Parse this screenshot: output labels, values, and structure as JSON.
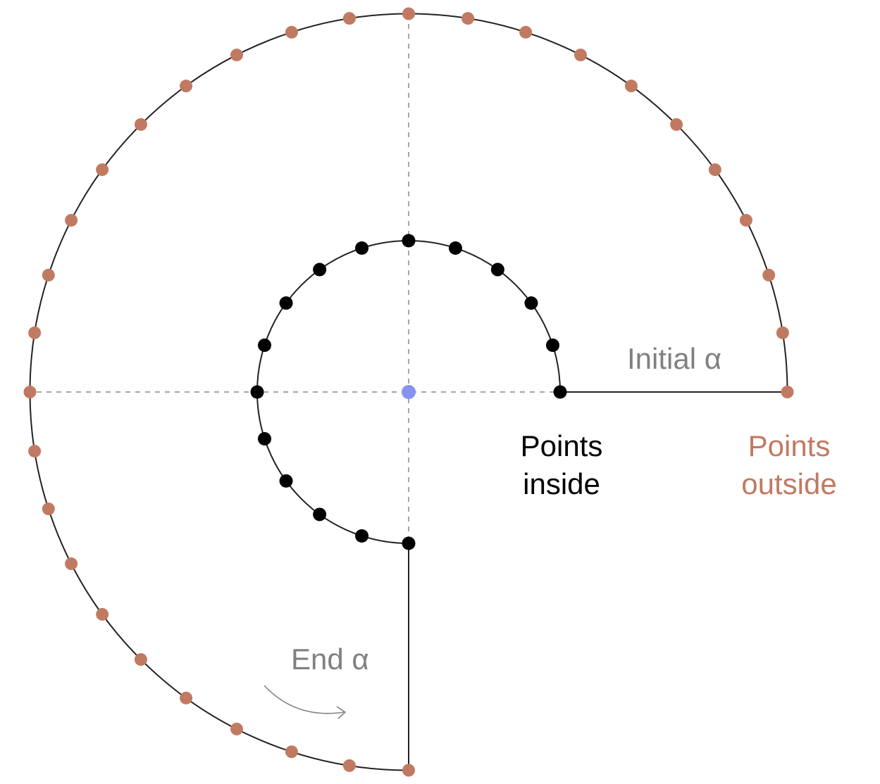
{
  "labels": {
    "initial_alpha": "Initial α",
    "end_alpha": "End α",
    "points_inside_line1": "Points",
    "points_inside_line2": "inside",
    "points_outside_line1": "Points",
    "points_outside_line2": "outside"
  },
  "diagram": {
    "initial_alpha_deg": 0,
    "end_alpha_deg": 270,
    "inner_radius": 1,
    "outer_radius": 2.5,
    "inner_point_count": 16,
    "outer_point_count": 31
  },
  "colors": {
    "inner_points": "#000000",
    "outer_points": "#c17a62",
    "center_point": "#8594f2",
    "arc_stroke": "#222222",
    "guide_lines": "#a6a6a6",
    "label_gray": "#808080",
    "label_black": "#000000",
    "label_outside": "#c17a62",
    "arrow": "#808080"
  }
}
